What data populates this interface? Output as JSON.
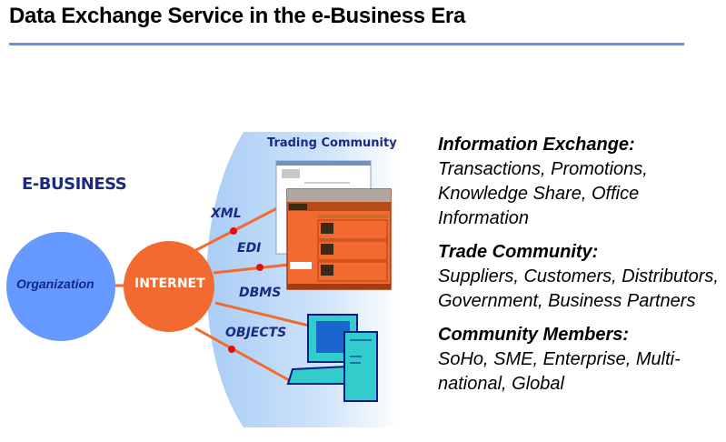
{
  "title": "Data Exchange Service in the e-Business Era",
  "colors": {
    "rule": "#6b8fe0",
    "organization_circle": "#6699ff",
    "internet_circle": "#f26a30",
    "trading_arc": "#bcd7f7",
    "label_text": "#1a2a80",
    "connector": "#f26a30",
    "connector_dot": "#e01010"
  },
  "diagram": {
    "heading": "E-BUSINESS",
    "organization": "Organization",
    "internet": "INTERNET",
    "trading_community": "Trading Community",
    "protocols": [
      "XML",
      "EDI",
      "DBMS",
      "OBJECTS"
    ]
  },
  "info": {
    "sections": [
      {
        "heading": "Information Exchange:",
        "body": "Transactions, Promotions, Knowledge Share, Office Information"
      },
      {
        "heading": "Trade Community:",
        "body": "Suppliers, Customers, Distributors, Government, Business Partners"
      },
      {
        "heading": "Community Members:",
        "body": "SoHo, SME, Enterprise, Multi-national, Global"
      }
    ]
  }
}
